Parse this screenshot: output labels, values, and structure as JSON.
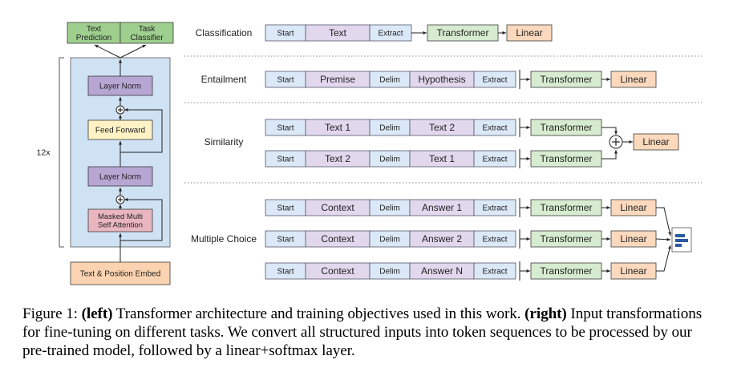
{
  "left": {
    "heads": [
      "Text\nPrediction",
      "Task\nClassifier"
    ],
    "repeat": "12x",
    "blocks": {
      "layer_norm_top": "Layer Norm",
      "feed_forward": "Feed Forward",
      "layer_norm_bottom": "Layer Norm",
      "attention": "Masked Multi\nSelf Attention"
    },
    "embed": "Text & Position Embed"
  },
  "tasks": {
    "classification": "Classification",
    "entailment": "Entailment",
    "similarity": "Similarity",
    "multiple_choice": "Multiple Choice"
  },
  "tokens": {
    "start": "Start",
    "delim": "Delim",
    "extract": "Extract",
    "text": "Text",
    "premise": "Premise",
    "hypothesis": "Hypothesis",
    "text1": "Text 1",
    "text2": "Text 2",
    "context": "Context",
    "answer1": "Answer 1",
    "answer2": "Answer 2",
    "answerN": "Answer N"
  },
  "modules": {
    "transformer": "Transformer",
    "linear": "Linear"
  },
  "caption": {
    "prefix": "Figure 1: ",
    "left_tag": "(left)",
    "left_text": " Transformer architecture and training objectives used in this work. ",
    "right_tag": "(right)",
    "right_text": " Input transformations for fine-tuning on different tasks.  We convert all structured inputs into token sequences to be processed by our pre-trained model, followed by a linear+softmax layer."
  },
  "colors": {
    "seq_box": "#dbe8f7",
    "text_box": "#e2d8ee",
    "transformer": "#d6ebcf",
    "linear": "#fcd9bd",
    "feed_forward": "#fff2c4",
    "layer_norm": "#b7a6d4",
    "attention": "#e9b6bf",
    "block_bg": "#cfe2f4",
    "head": "#9ecf8e",
    "embed": "#fcd3b0"
  }
}
